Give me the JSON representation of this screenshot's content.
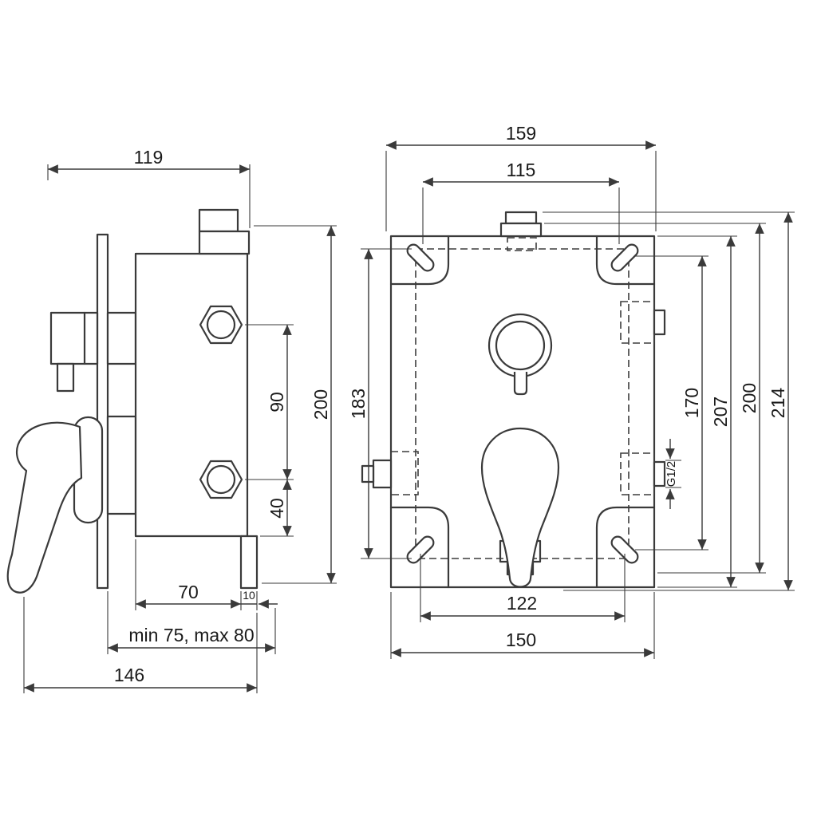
{
  "drawing_title": "concealed shower mixer installation drawing",
  "colors": {
    "line": "#3a3a3a",
    "text": "#1a1a1a",
    "background": "#ffffff"
  },
  "side_view": {
    "dims": {
      "width_119": "119",
      "height_200": "200",
      "spacing_90": "90",
      "offset_40": "40",
      "depth_70": "70",
      "plate_10": "10",
      "depth_range": "min 75, max 80",
      "total_146": "146"
    }
  },
  "front_view": {
    "dims": {
      "width_159": "159",
      "width_115": "115",
      "height_183": "183",
      "spacing_170": "170",
      "height_207": "207",
      "height_200": "200",
      "height_214": "214",
      "thread": "G1/2",
      "spacing_122": "122",
      "width_150": "150"
    }
  }
}
